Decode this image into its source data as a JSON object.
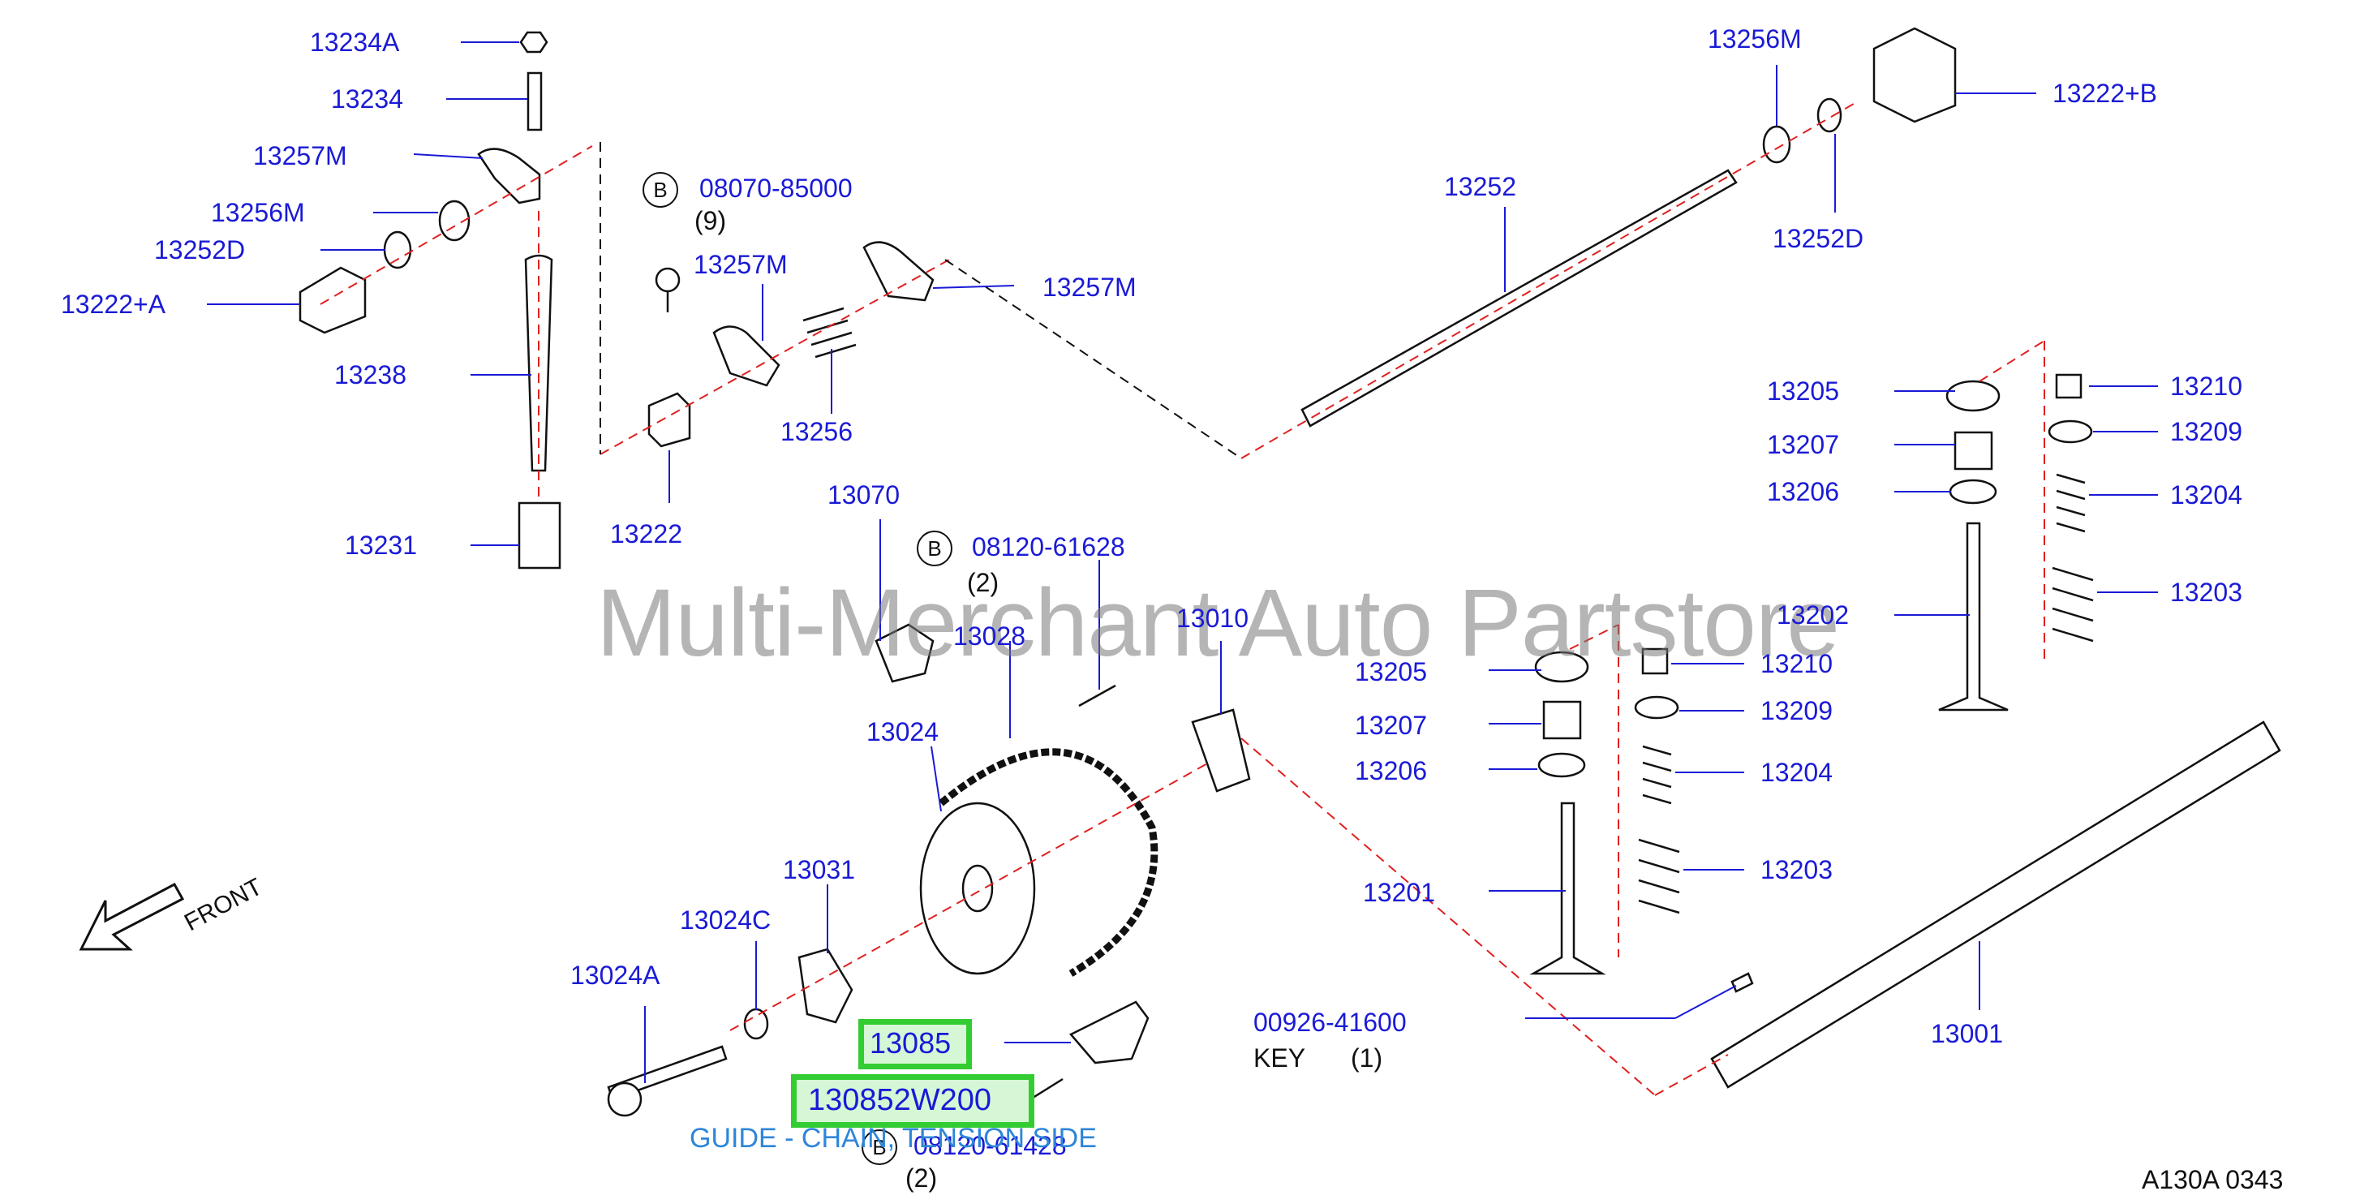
{
  "watermark": "Multi-Merchant Auto Partstore",
  "diagram_code": "A130A   0343",
  "front_label": "FRONT",
  "highlight": {
    "part_short": "13085",
    "part_number": "130852W200",
    "description": "GUIDE - CHAIN, TENSION SIDE"
  },
  "labels": {
    "l13234A": "13234A",
    "l13234": "13234",
    "l13257M_a": "13257M",
    "l13256M_a": "13256M",
    "l13252D_a": "13252D",
    "l13222A": "13222+A",
    "l13238": "13238",
    "l13231": "13231",
    "l08070": "08070-85000",
    "l08070_qty": "(9)",
    "l13257M_b": "13257M",
    "l13257M_c": "13257M",
    "l13256": "13256",
    "l13222": "13222",
    "l13256M_b": "13256M",
    "l13222B": "13222+B",
    "l13252": "13252",
    "l13252D_b": "13252D",
    "l13070": "13070",
    "l08120_a": "08120-61628",
    "l08120_a_qty": "(2)",
    "l13028": "13028",
    "l13010": "13010",
    "l13024": "13024",
    "l13031": "13031",
    "l13024C": "13024C",
    "l13024A": "13024A",
    "l08120_b": "08120-61428",
    "l08120_b_qty": "(2)",
    "l00926": "00926-41600",
    "l_key": "KEY",
    "l_key_qty": "(1)",
    "l13001": "13001",
    "l13205_r": "13205",
    "l13207_r": "13207",
    "l13206_r": "13206",
    "l13202": "13202",
    "l13210_r": "13210",
    "l13209_r": "13209",
    "l13204_r": "13204",
    "l13203_r": "13203",
    "l13205_m": "13205",
    "l13207_m": "13207",
    "l13206_m": "13206",
    "l13201": "13201",
    "l13210_m": "13210",
    "l13209_m": "13209",
    "l13204_m": "13204",
    "l13203_m": "13203",
    "circle_letter": "B"
  },
  "colors": {
    "label_blue": "#1a1ad6",
    "dash_red": "#e02020",
    "highlight_green": "#33cc33",
    "desc_blue": "#2d86d9"
  }
}
